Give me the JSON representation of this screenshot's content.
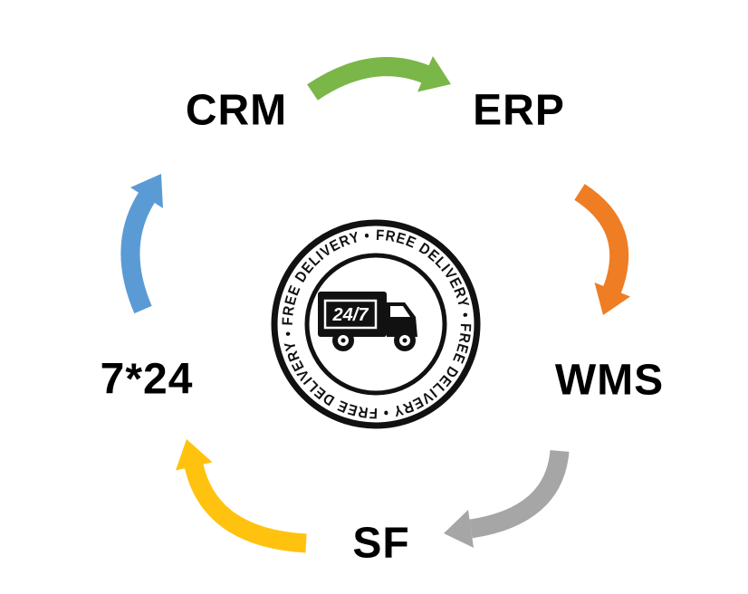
{
  "diagram": {
    "nodes": {
      "crm": {
        "label": "CRM"
      },
      "erp": {
        "label": "ERP"
      },
      "wms": {
        "label": "WMS"
      },
      "sf": {
        "label": "SF"
      },
      "support": {
        "label": "7*24"
      }
    },
    "arrows": {
      "crm_to_erp": {
        "color": "#7ab648"
      },
      "erp_to_wms": {
        "color": "#ef7d23"
      },
      "wms_to_sf": {
        "color": "#a6a6a6"
      },
      "sf_to_support": {
        "color": "#ffc20e"
      },
      "support_to_crm": {
        "color": "#5b9bd5"
      }
    },
    "badge": {
      "ring_text": "FREE DELIVERY • FREE DELIVERY • FREE DELIVERY • FREE DELIVERY •",
      "truck_label": "24/7",
      "ink_color": "#111111"
    }
  }
}
